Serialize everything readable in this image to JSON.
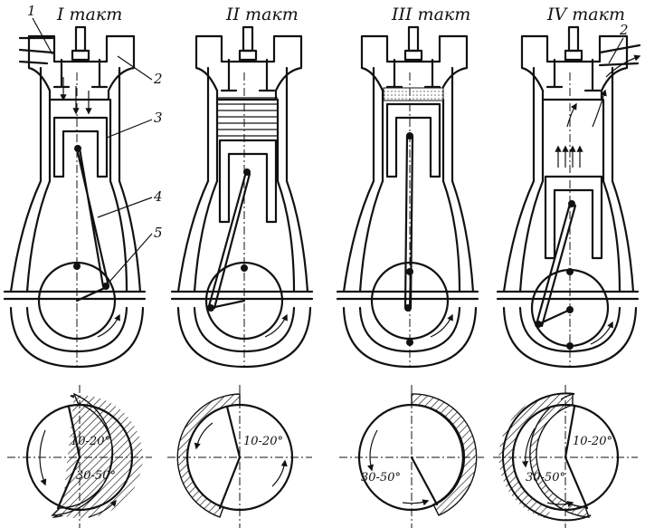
{
  "strokes": [
    {
      "title": "I такт"
    },
    {
      "title": "II такт"
    },
    {
      "title": "III такт"
    },
    {
      "title": "IV такт"
    }
  ],
  "part_labels": [
    "1",
    "2",
    "3",
    "4",
    "5",
    "2"
  ],
  "angles": {
    "s1_a": "10-20°",
    "s1_b": "30-50°",
    "s2_a": "10-20°",
    "s3_b": "30-50°",
    "s4_a": "10-20°",
    "s4_b": "30-50°"
  }
}
